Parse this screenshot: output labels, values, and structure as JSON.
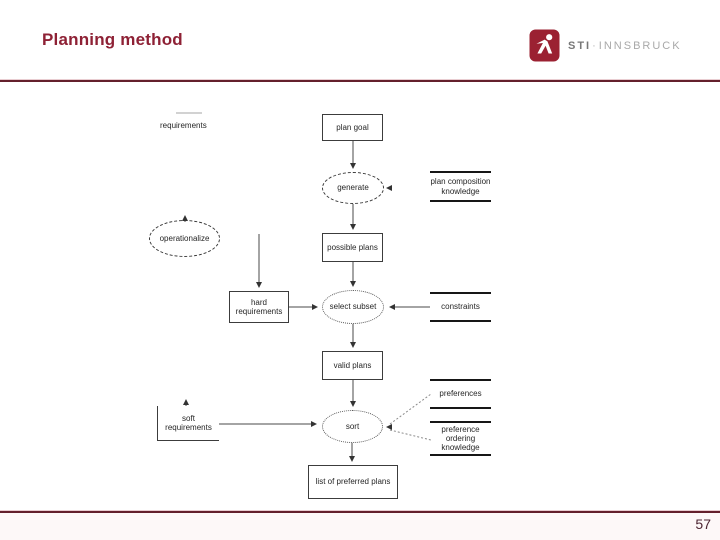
{
  "slide": {
    "title": "Planning method",
    "page_number": "57"
  },
  "logo": {
    "brand": "STI",
    "separator": "·",
    "location": "INNSBRUCK",
    "icon_color": "#9b2132"
  },
  "colors": {
    "title": "#8e2135",
    "rule": "#64202c",
    "diagram_line": "#4a4a4a"
  },
  "diagram": {
    "labels": {
      "requirements": "requirements"
    },
    "boxes": {
      "plan_goal": "plan goal",
      "possible_plans": "possible plans",
      "hard_requirements": "hard requirements",
      "valid_plans": "valid plans",
      "soft_requirements": "soft requirements",
      "list_of_preferred_plans": "list of preferred plans"
    },
    "processes": {
      "generate": "generate",
      "operationalize": "operationalize",
      "select_subset": "select subset",
      "sort": "sort"
    },
    "stores": {
      "plan_composition_knowledge": "plan composition knowledge",
      "constraints": "constraints",
      "preferences": "preferences",
      "preference_ordering_knowledge": "preference ordering knowledge"
    }
  }
}
